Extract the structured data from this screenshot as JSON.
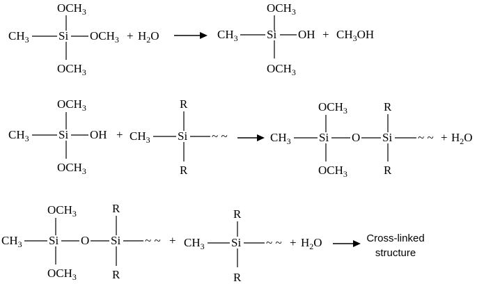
{
  "groups": {
    "methoxy": "OCH",
    "methyl": "CH",
    "silicon": "Si",
    "hydroxyl": "OH",
    "methanol_prefix": "CH",
    "methanol_suffix": "OH",
    "oxygen": "O",
    "substituent": "R",
    "subscript_3": "3",
    "water_h": "H",
    "water_2": "2",
    "water_o": "O",
    "chain_end": "~ ~",
    "plus": "+"
  },
  "product_label": {
    "line1": "Cross-linked",
    "line2": "structure"
  }
}
